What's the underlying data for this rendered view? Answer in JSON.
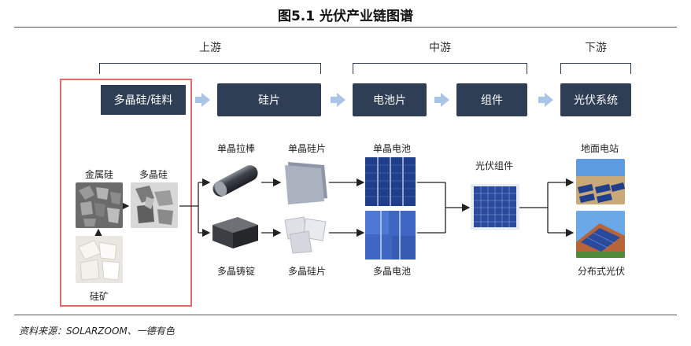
{
  "title": "图5.1 光伏产业链图谱",
  "stages": {
    "upstream": "上游",
    "midstream": "中游",
    "downstream": "下游"
  },
  "chain": {
    "polysilicon": "多晶硅/硅料",
    "wafer": "硅片",
    "cell": "电池片",
    "module": "组件",
    "system": "光伏系统"
  },
  "items": {
    "metal_silicon": "金属硅",
    "poly_silicon": "多晶硅",
    "silicon_ore": "硅矿",
    "mono_ingot": "单晶拉棒",
    "multi_ingot": "多晶铸锭",
    "mono_wafer": "单晶硅片",
    "multi_wafer": "多晶硅片",
    "mono_cell": "单晶电池",
    "multi_cell": "多晶电池",
    "pv_module": "光伏组件",
    "ground_station": "地面电站",
    "distributed_pv": "分布式光伏"
  },
  "source": "资料来源：SOLARZOOM、一德有色",
  "colors": {
    "dark_box": "#2e3e55",
    "chevron": "#a9c4e6",
    "highlight_frame": "#e06a6a"
  }
}
